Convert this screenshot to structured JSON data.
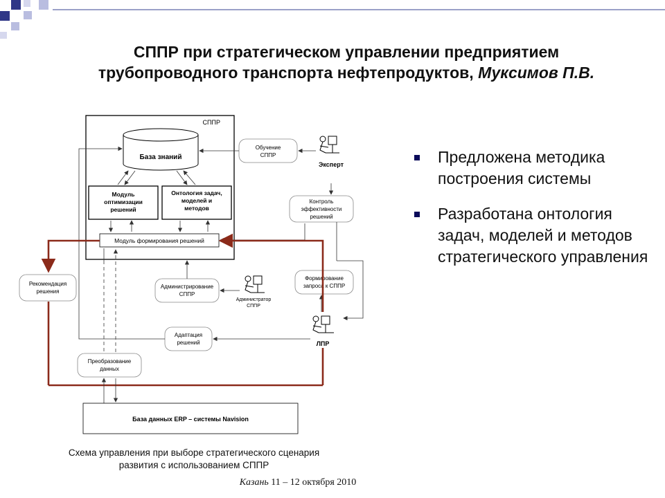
{
  "slide": {
    "title_line1": "СППР при стратегическом управлении предприятием",
    "title_line2_main": "трубопроводного транспорта нефтепродуктов, ",
    "title_author": "Муксимов П.В.",
    "caption_line1": "Схема управления при выборе стратегического сценария",
    "caption_line2": "развития с использованием СППР",
    "footer_city": "Казань",
    "footer_date": "  11 – 12 октября 2010"
  },
  "bullets": [
    "Предложена методика построения системы",
    "Разработана онтология задач, моделей и методов стратегического управления"
  ],
  "diagram": {
    "sppr_label": "СППР",
    "knowledge_base": "База знаний",
    "optimization_l1": "Модуль",
    "optimization_l2": "оптимизации",
    "optimization_l3": "решений",
    "ontology_l1": "Онтология задач,",
    "ontology_l2": "моделей и",
    "ontology_l3": "методов",
    "decision_module": "Модуль формирования решений",
    "training_l1": "Обучение",
    "training_l2": "СППР",
    "expert": "Эксперт",
    "control_l1": "Контроль",
    "control_l2": "эффективности",
    "control_l3": "решений",
    "recommendation_l1": "Рекомендация",
    "recommendation_l2": "решения",
    "administration_l1": "Администрирование",
    "administration_l2": "СППР",
    "admin_person_l1": "Администратор",
    "admin_person_l2": "СППР",
    "query_l1": "Формирование",
    "query_l2": "запроса к СППР",
    "lpr": "ЛПР",
    "adaptation_l1": "Адаптация",
    "adaptation_l2": "решений",
    "transform_l1": "Преобразование",
    "transform_l2": "данных",
    "erp_db": "База данных ERP – системы Navision"
  },
  "colors": {
    "accent_red": "#8b2a1a",
    "corner_dark": "#2f3787",
    "corner_light": "#b9bde0",
    "line_gray": "#555555"
  }
}
